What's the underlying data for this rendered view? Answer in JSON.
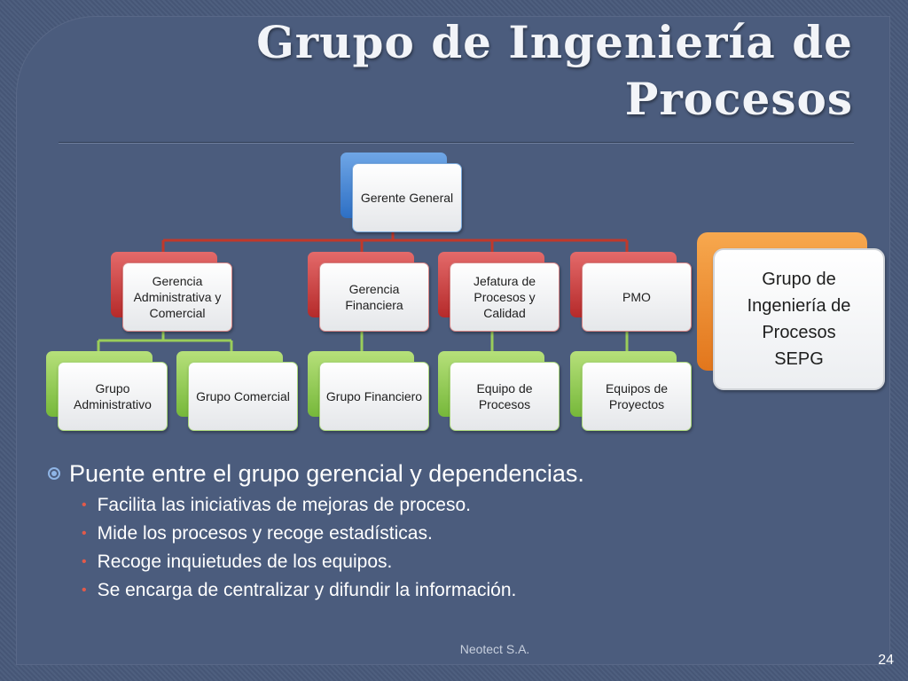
{
  "title": "Grupo de Ingeniería de Procesos",
  "org_chart": {
    "root": "Gerente General",
    "level2": [
      {
        "label": "Gerencia Administrativa y Comercial"
      },
      {
        "label": "Gerencia Financiera"
      },
      {
        "label": "Jefatura de Procesos y Calidad"
      },
      {
        "label": "PMO"
      }
    ],
    "level3": [
      {
        "label": "Grupo Administrativo"
      },
      {
        "label": "Grupo Comercial"
      },
      {
        "label": "Grupo Financiero"
      },
      {
        "label": "Equipo de Procesos"
      },
      {
        "label": "Equipos de Proyectos"
      }
    ],
    "highlight": "Grupo de Ingeniería de Procesos SEPG"
  },
  "bullets": {
    "main": "Puente entre el grupo gerencial y dependencias.",
    "sub": [
      "Facilita las iniciativas de mejoras de proceso.",
      "Mide los procesos y recoge estadísticas.",
      "Recoge inquietudes de los equipos.",
      "Se encarga de centralizar y difundir la información."
    ]
  },
  "footer": "Neotect S.A.",
  "page_number": "24",
  "colors": {
    "background": "#4b5c7d",
    "connector_red": "#c0392b",
    "connector_green": "#9acd5a",
    "accent_orange": "#f0902f",
    "bullet_dot": "#e35a4a"
  }
}
